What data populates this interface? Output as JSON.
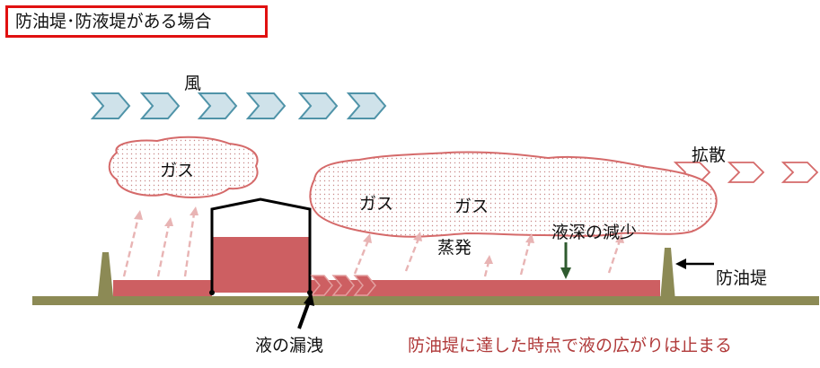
{
  "title": "防油堤･防液堤がある場合",
  "labels": {
    "wind": "風",
    "gas_small": "ガス",
    "gas_large_1": "ガス",
    "gas_large_2": "ガス",
    "evaporation": "蒸発",
    "depth_decrease": "液深の減少",
    "diffusion": "拡散",
    "dike": "防油堤",
    "leak": "液の漏洩",
    "conclusion": "防油堤に達した時点で液の広がりは止まる"
  },
  "colors": {
    "title_border": "#e01010",
    "ground": "#8c8a55",
    "liquid": "#cd5f62",
    "gas_outline": "#d56a6a",
    "wind_fill": "#cfe2ea",
    "wind_stroke": "#4f93a8",
    "arrow_pink": "#e8b4b4",
    "conclusion_text": "#b03a3a",
    "depth_arrow": "#2f5b2f"
  }
}
